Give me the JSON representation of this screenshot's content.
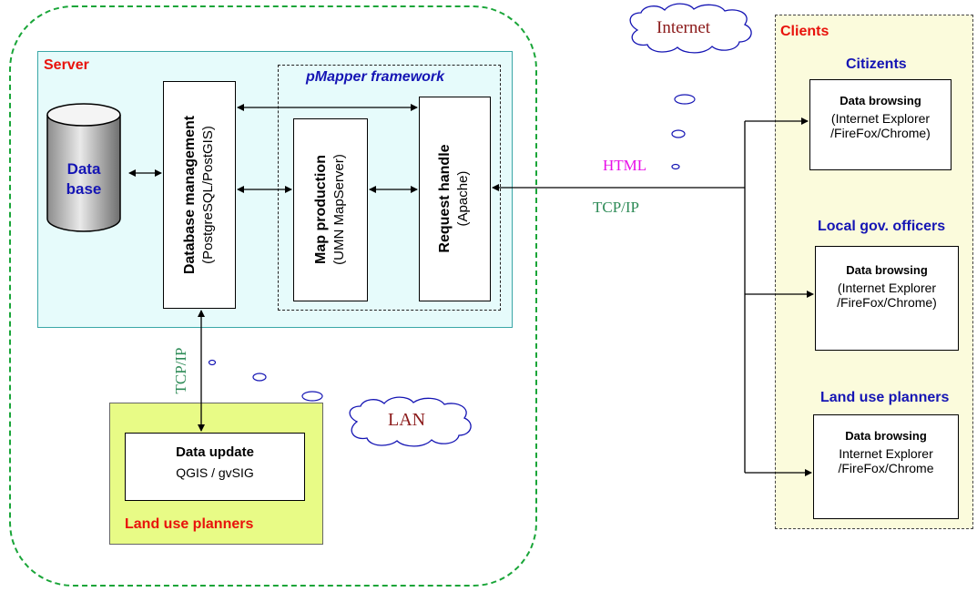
{
  "server": {
    "title": "Server",
    "database": {
      "line1": "Data",
      "line2": "base"
    },
    "db_management": {
      "title": "Database management",
      "sub": "(PostgreSQL/PostGIS)"
    },
    "pmapper": {
      "title": "pMapper framework",
      "map_production": {
        "title": "Map production",
        "sub": "(UMN MapServer)"
      },
      "request_handle": {
        "title": "Request handle",
        "sub": "(Apache)"
      }
    }
  },
  "lan": {
    "cloud_label": "LAN",
    "link_label": "TCP/IP",
    "group": {
      "title": "Land use planners",
      "box_title": "Data update",
      "box_sub": "QGIS / gvSIG"
    }
  },
  "internet": {
    "cloud_label": "Internet",
    "html_label": "HTML",
    "tcp_label": "TCP/IP"
  },
  "clients": {
    "title": "Clients",
    "groups": [
      {
        "name": "Citizents",
        "box_title": "Data browsing",
        "line1": "(Internet Explorer",
        "line2": "/FireFox/Chrome)"
      },
      {
        "name": "Local gov. officers",
        "box_title": "Data browsing",
        "line1": "(Internet Explorer",
        "line2": "/FireFox/Chrome)"
      },
      {
        "name": "Land use planners",
        "box_title": "Data browsing",
        "line1": "Internet Explorer",
        "line2": "/FireFox/Chrome"
      }
    ]
  },
  "colors": {
    "server_bg": "#e6fbfb",
    "server_border": "#3aa7a7",
    "lan_bg": "#e8fb86",
    "clients_bg": "#fbfbdc",
    "dash_green": "#19a538",
    "red": "#e8120c",
    "blue": "#1515b4",
    "magenta": "#e80ee8",
    "teal_text": "#2e8b57",
    "cloud_text": "#8b1a1a"
  }
}
